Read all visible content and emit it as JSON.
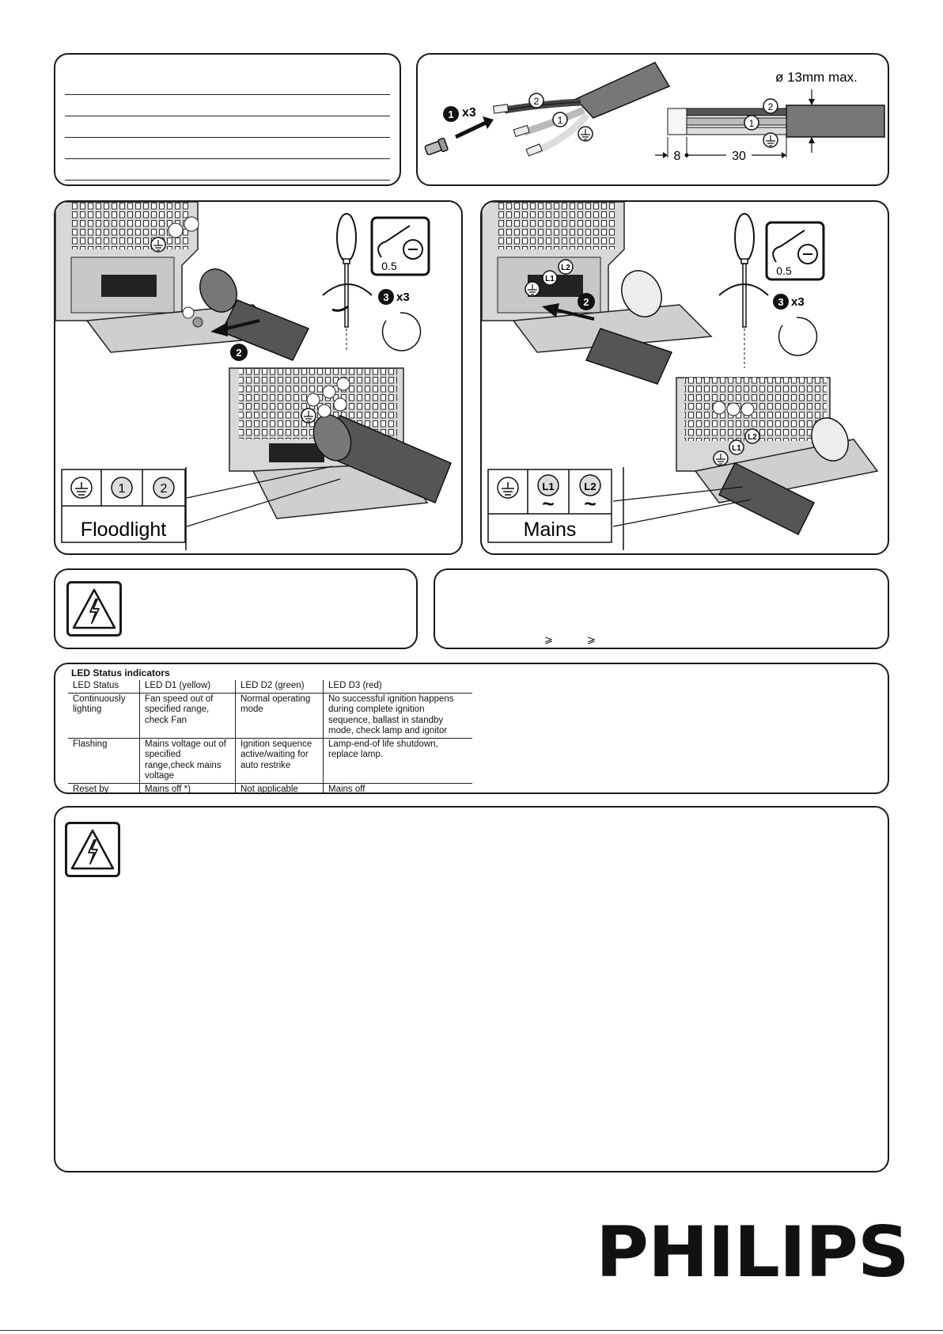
{
  "strip_diagram": {
    "quantity": "x3",
    "step": "1",
    "wire_labels": [
      "2",
      "1"
    ],
    "diameter": "ø 13mm max.",
    "dim_strip": "8",
    "dim_sheath": "30"
  },
  "floodlight_panel": {
    "step2": "2",
    "step3": "3",
    "step3_qty": "x3",
    "tool_size": "0.5",
    "terminals": [
      "1",
      "2"
    ],
    "label": "Floodlight"
  },
  "mains_panel": {
    "step2": "2",
    "step3": "3",
    "step3_qty": "x3",
    "tool_size": "0.5",
    "terminal_tags": [
      "L1",
      "L2"
    ],
    "terminals": [
      "L1",
      "L2"
    ],
    "tilde": "~",
    "label": "Mains"
  },
  "geq_symbols": [
    "⩾",
    "⩾"
  ],
  "led_status": {
    "title": "LED Status indicators",
    "headers": [
      "LED Status",
      "LED D1 (yellow)",
      "LED D2 (green)",
      "LED D3 (red)"
    ],
    "rows": [
      [
        "Continuously lighting",
        "Fan speed out of specified range, check Fan",
        "Normal operating  mode",
        "No successful ignition happens during complete ignition sequence, ballast in standby mode, check lamp and ignitor"
      ],
      [
        "Flashing",
        "Mains voltage out of specified range,check mains voltage",
        "Ignition sequence active/waiting for auto restrike",
        "Lamp-end-of life shutdown, replace lamp."
      ],
      [
        "Reset by",
        "Mains off *)",
        "Not applicable",
        "Mains off"
      ]
    ]
  },
  "icons": {
    "warning": "high-voltage-warning-icon",
    "screwdriver": "flat-screwdriver-icon",
    "earth": "earth-ground-icon"
  },
  "brand": {
    "logo_text": "PHILIPS"
  }
}
